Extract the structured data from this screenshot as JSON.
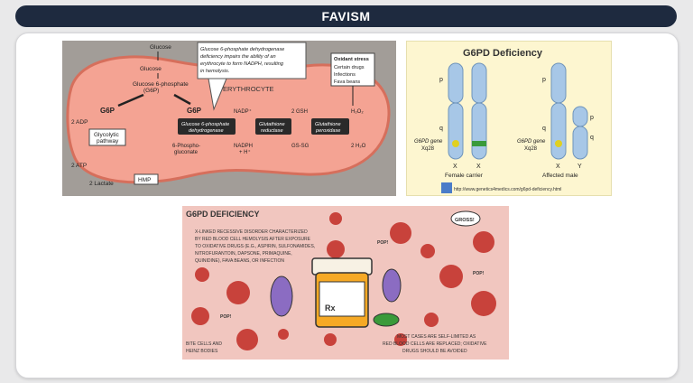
{
  "header": {
    "title": "FAVISM"
  },
  "pathway": {
    "glucose_top": "Glucose",
    "glucose": "Glucose",
    "g6p_mid": "Glucose 6-phosphate",
    "g6p_abbr": "(G6P)",
    "g6p_left": "G6P",
    "g6p_right": "G6P",
    "adp": "2 ADP",
    "atp": "2 ATP",
    "lactate": "2 Lactate",
    "glycolytic": "Glycolytic",
    "pathway": "pathway",
    "hmp": "HMP",
    "callout_1": "Glucose 6-phosphate dehydrogenase",
    "callout_2": "deficiency impairs the ability of an",
    "callout_3": "erythrocyte to form NADPH, resulting",
    "callout_4": "in hemolysis.",
    "erythrocyte": "ERYTHROCYTE",
    "enzyme_1a": "Glucose 6-phosphate",
    "enzyme_1b": "dehydrogenase",
    "enzyme_2a": "Glutathione",
    "enzyme_2b": "reductase",
    "enzyme_3a": "Glutathione",
    "enzyme_3b": "peroxidase",
    "nadp": "NADP⁺",
    "nadph": "NADPH",
    "h_plus": "+ H⁺",
    "gsh": "2 GSH",
    "gssg": "GS-SG",
    "h2o2": "H₂O₂",
    "h2o": "2 H₂O",
    "phospho_1": "6-Phospho-",
    "phospho_2": "gluconate",
    "oxidant_title": "Oxidant stress",
    "oxidant_1": "Certain drugs",
    "oxidant_2": "Infections",
    "oxidant_3": "Fava beans"
  },
  "genetics": {
    "title": "G6PD Deficiency",
    "p_left": "p",
    "q_left": "q",
    "gene_left": "G6PD gene",
    "locus_left": "Xq28",
    "x1": "X",
    "x2": "X",
    "female": "Female carrier",
    "p_right": "p",
    "q_right": "q",
    "gene_right": "G6PD gene",
    "locus_right": "Xq28",
    "x3": "X",
    "y": "Y",
    "p_y": "p",
    "q_y": "q",
    "male": "Affected male",
    "url": "http://www.genetics4medics.com/g6pd-deficiency.html"
  },
  "cartoon": {
    "title": "G6PD DEFICIENCY",
    "desc_1": "X-LINKED RECESSIVE DISORDER CHARACTERIZED",
    "desc_2": "BY RED BLOOD CELL HEMOLYSIS AFTER EXPOSURE",
    "desc_3": "TO OXIDATIVE DRUGS (E.G., ASPIRIN, SULFONAMIDES,",
    "desc_4": "NITROFURANTOIN, DAPSONE, PRIMAQUINE,",
    "desc_5": "QUINIDINE), FAVA BEANS, OR INFECTION",
    "gross": "GROSS!",
    "pop1": "POP!",
    "pop2": "POP!",
    "pop3": "POP!",
    "rx": "Rx",
    "bite_1": "BITE CELLS AND",
    "bite_2": "HEINZ BODIES",
    "note_1": "MOST CASES ARE SELF-LIMITED AS",
    "note_2": "RED BLOOD CELLS ARE REPLACED; OXIDATIVE",
    "note_3": "DRUGS SHOULD BE AVOIDED"
  },
  "colors": {
    "title_bar": "#1e2a3f",
    "cell": "#f4a393",
    "rbc": "#c8423b",
    "gene": "#3a9a3a"
  }
}
